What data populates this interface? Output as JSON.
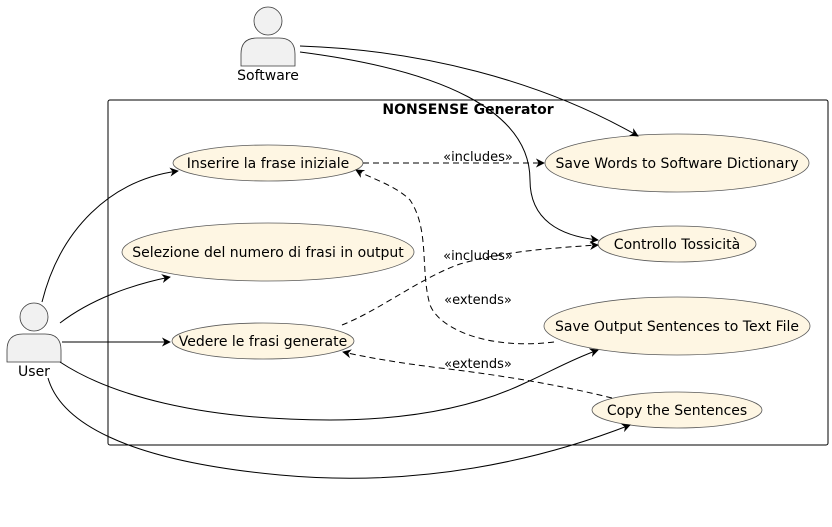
{
  "system": {
    "title": "NONSENSE Generator"
  },
  "actors": {
    "software": "Software",
    "user": "User"
  },
  "use_cases": {
    "inserire": "Inserire la frase iniziale",
    "selezione": "Selezione del numero di frasi in output",
    "vedere": "Vedere le frasi generate",
    "save_dict": "Save Words to Software Dictionary",
    "controllo": "Controllo Tossicità",
    "save_output": "Save Output Sentences to Text File",
    "copy": "Copy the Sentences"
  },
  "relations": {
    "includes_1": "«includes»",
    "includes_2": "«includes»",
    "extends_1": "«extends»",
    "extends_2": "«extends»"
  },
  "colors": {
    "use_case_fill": "#FEF6E3",
    "actor_fill": "#F1F1F1"
  }
}
